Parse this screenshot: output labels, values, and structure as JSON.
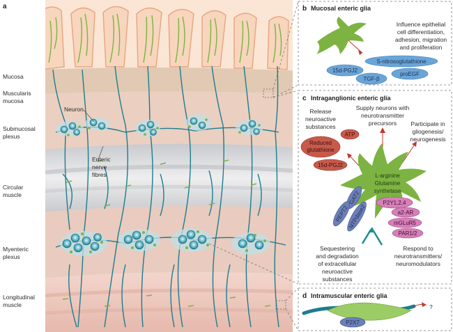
{
  "panel_a": {
    "letter": "a",
    "layers": {
      "mucosa": "Mucosa",
      "muscularis_mucosa_1": "Muscularis",
      "muscularis_mucosa_2": "mucosa",
      "submucosal_1": "Submucosal",
      "submucosal_2": "plexus",
      "circular_1": "Circular",
      "circular_2": "muscle",
      "myenteric_1": "Myenteric",
      "myenteric_2": "plexus",
      "longitudinal_1": "Longitudinal",
      "longitudinal_2": "muscle"
    },
    "callouts": {
      "neuron": "Neuron",
      "fibres_1": "Enteric",
      "fibres_2": "nerve",
      "fibres_3": "fibres"
    }
  },
  "panel_b": {
    "letter": "b",
    "title": "Mucosal enteric glia",
    "text_lines": [
      "Influence epithelial",
      "cell differentiation,",
      "adhesion, migration",
      "and proliferation"
    ],
    "molecules": [
      "S-nitrosoglutathione",
      "15d-PGJ2",
      "TGF-β",
      "proEGF"
    ]
  },
  "panel_c": {
    "letter": "c",
    "title": "Intraganglionic enteric glia",
    "release_lines": [
      "Release",
      "neuroactive",
      "substances"
    ],
    "supply_lines": [
      "Supply neurons with",
      "neurotransmitter",
      "precursors"
    ],
    "participate_lines": [
      "Participate in",
      "gliogenesis/",
      "neurogenesis"
    ],
    "released": [
      "ATP",
      "Reduced",
      "glutathione",
      "15d-PGJ2"
    ],
    "glia_lines": [
      "L-arginine",
      "Glutamine",
      "synthetase"
    ],
    "transporters": [
      "GAT2",
      "PEPT2",
      "NTPdase2"
    ],
    "receptors": [
      "P2Y1,2,4",
      "a2-AR",
      "mGLuR5",
      "PAR1/2"
    ],
    "sequester_lines": [
      "Sequestering",
      "and degradation",
      "of extracellular",
      "neuroactive",
      "substances"
    ],
    "respond_lines": [
      "Respond to",
      "neurotransmitters/",
      "neuromodulators"
    ]
  },
  "panel_d": {
    "letter": "d",
    "title": "Intramuscular enteric glia",
    "receptor": "P2X7",
    "question": "?"
  },
  "colors": {
    "mucosa": "#f6d8c2",
    "muscularis": "#e2c8b2",
    "submucosa": "#e8cdbf",
    "circular": "#d9d9db",
    "myenteric": "#e5c8bb",
    "longitudinal": "#efcfc5",
    "glia": "#7cb342",
    "neuron": "#1b7d8f",
    "red_molecule": "#c85a4a",
    "blue_molecule": "#6aa5d8",
    "pink_receptor": "#d77fb8",
    "navy_transporter": "#6d7fb8"
  }
}
